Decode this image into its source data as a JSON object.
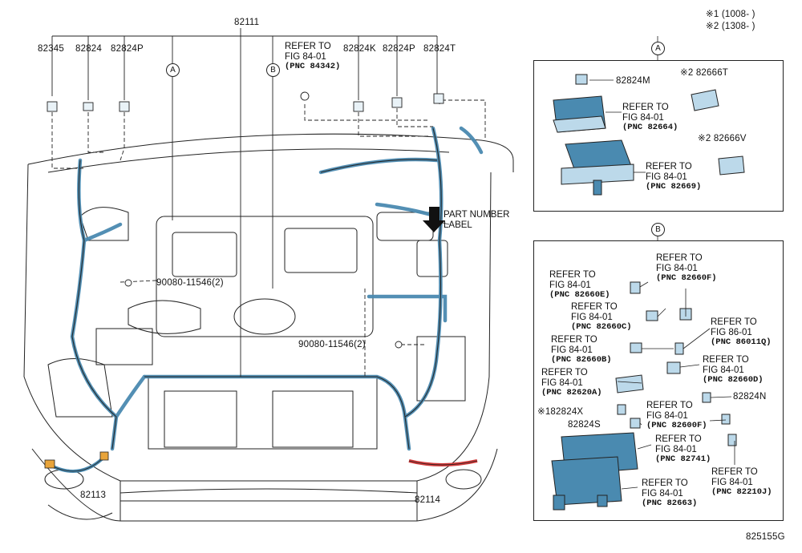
{
  "notes": {
    "note1": "※1 (1008-    )",
    "note2": "※2 (1308-    )"
  },
  "figure_code": "825155G",
  "main": {
    "harness_label": "82111",
    "top_parts": [
      "82345",
      "82824",
      "82824P",
      "82824K",
      "82824P",
      "82824T"
    ],
    "callout_a": "A",
    "callout_b": "B",
    "refer_top": {
      "line1": "REFER TO",
      "line2": "FIG 84-01",
      "pnc": "(PNC 84342)"
    },
    "part_number_label": {
      "line1": "PART NUMBER",
      "line2": "LABEL"
    },
    "bolt1": "90080-11546(2)",
    "bolt2": "90080-11546(2)",
    "left_lower": "82113",
    "right_lower": "82114"
  },
  "panel_a": {
    "title": "A",
    "part1": "82824M",
    "part2": "※2 82666T",
    "part3": "※2 82666V",
    "ref1": {
      "line1": "REFER TO",
      "line2": "FIG 84-01",
      "pnc": "(PNC 82664)"
    },
    "ref2": {
      "line1": "REFER TO",
      "line2": "FIG 84-01",
      "pnc": "(PNC 82669)"
    }
  },
  "panel_b": {
    "title": "B",
    "refs": [
      {
        "line1": "REFER TO",
        "line2": "FIG 84-01",
        "pnc": "(PNC 82660F)"
      },
      {
        "line1": "REFER TO",
        "line2": "FIG 84-01",
        "pnc": "(PNC 82660E)"
      },
      {
        "line1": "REFER TO",
        "line2": "FIG 84-01",
        "pnc": "(PNC 82660C)"
      },
      {
        "line1": "REFER TO",
        "line2": "FIG 86-01",
        "pnc": "(PNC 86011Q)"
      },
      {
        "line1": "REFER TO",
        "line2": "FIG 84-01",
        "pnc": "(PNC 82660B)"
      },
      {
        "line1": "REFER TO",
        "line2": "FIG 84-01",
        "pnc": "(PNC 82660D)"
      },
      {
        "line1": "REFER TO",
        "line2": "FIG 84-01",
        "pnc": "(PNC 82620A)"
      },
      {
        "line1": "REFER TO",
        "line2": "FIG 84-01",
        "pnc": "(PNC 82600F)"
      },
      {
        "line1": "REFER TO",
        "line2": "FIG 84-01",
        "pnc": "(PNC 82741)"
      },
      {
        "line1": "REFER TO",
        "line2": "FIG 84-01",
        "pnc": "(PNC 82210J)"
      },
      {
        "line1": "REFER TO",
        "line2": "FIG 84-01",
        "pnc": "(PNC 82663)"
      }
    ],
    "part_82824N": "82824N",
    "part_82824X": "※182824X",
    "part_82824S": "82824S"
  }
}
